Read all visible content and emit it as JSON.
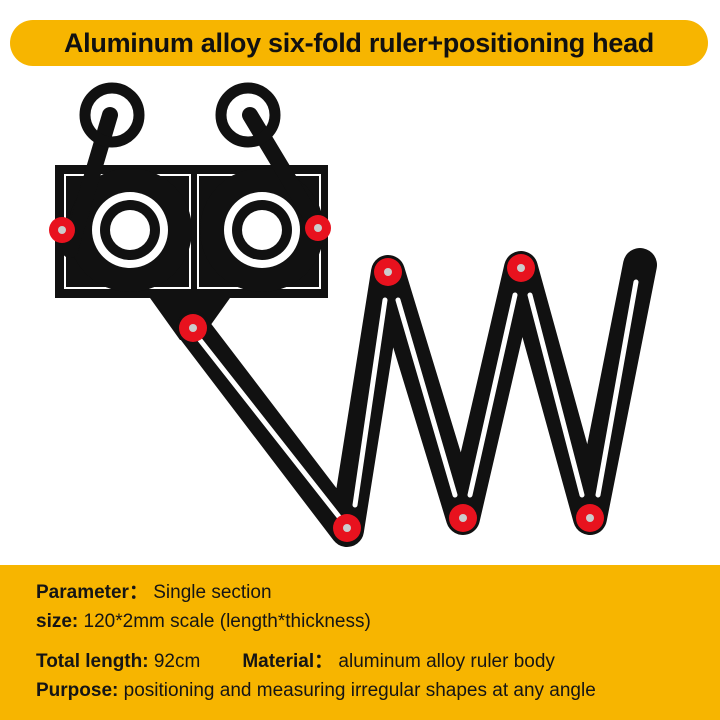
{
  "title": "Aluminum alloy six-fold ruler+positioning head",
  "colors": {
    "accent": "#F7B500",
    "ruler": "#111111",
    "knob": "#E8121E"
  },
  "product_image": {
    "icon": "six-fold-ruler-with-positioning-head"
  },
  "specs": {
    "parameter": {
      "label": "Parameter：",
      "value": "Single section"
    },
    "size": {
      "label": "size:",
      "value": "120*2mm scale (length*thickness)"
    },
    "total_length": {
      "label": "Total length:",
      "value": "92cm"
    },
    "material": {
      "label": "Material：",
      "value": "aluminum alloy ruler body"
    },
    "purpose": {
      "label": "Purpose:",
      "value": "positioning and measuring irregular shapes at any angle"
    }
  }
}
